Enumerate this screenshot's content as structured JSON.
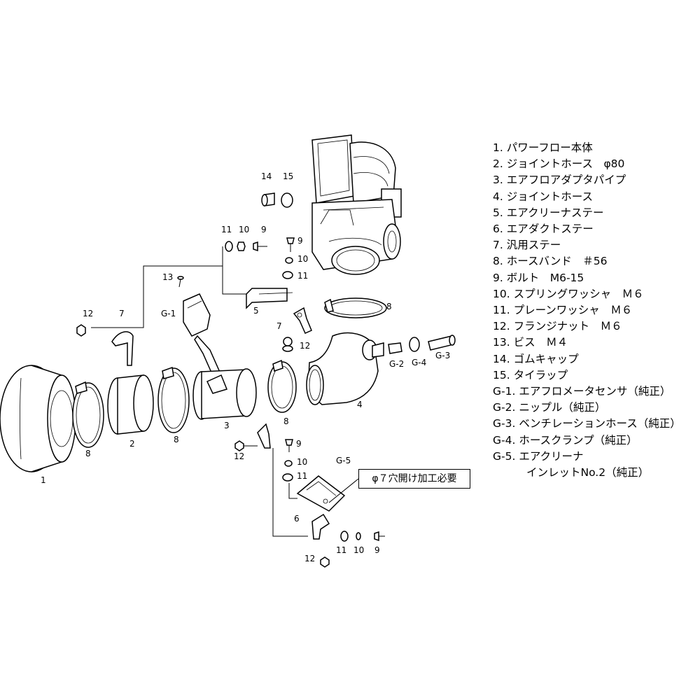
{
  "parts_list": [
    {
      "text": "1. パワーフロー本体"
    },
    {
      "text": "2. ジョイントホース　φ80"
    },
    {
      "text": "3. エアフロアダプタパイプ"
    },
    {
      "text": "4. ジョイントホース"
    },
    {
      "text": "5. エアクリーナステー"
    },
    {
      "text": "6. エアダクトステー"
    },
    {
      "text": "7. 汎用ステー"
    },
    {
      "text": "8. ホースバンド　＃56"
    },
    {
      "text": "9. ボルト　M6-15"
    },
    {
      "text": "10. スプリングワッシャ　Ｍ６"
    },
    {
      "text": "11. プレーンワッシャ　Ｍ６"
    },
    {
      "text": "12. フランジナット　Ｍ６"
    },
    {
      "text": "13. ビス　Ｍ４"
    },
    {
      "text": "14. ゴムキャップ"
    },
    {
      "text": "15. タイラップ"
    },
    {
      "text": "G-1. エアフロメータセンサ（純正）"
    },
    {
      "text": "G-2. ニップル（純正）"
    },
    {
      "text": "G-3. ベンチレーションホース（純正）"
    },
    {
      "text": "G-4. ホースクランプ（純正）"
    },
    {
      "text": "G-5. エアクリーナ"
    },
    {
      "text": "インレットNo.2（純正）"
    }
  ],
  "note": "φ７穴開け加工必要",
  "labels": {
    "p1": "1",
    "p2": "2",
    "p3": "3",
    "p4": "4",
    "p5": "5",
    "p6": "6",
    "p7a": "7",
    "p7b": "7",
    "p8a": "8",
    "p8b": "8",
    "p8c": "8",
    "p8d": "8",
    "p9a": "9",
    "p9b": "9",
    "p9c": "9",
    "p9d": "9",
    "p10a": "10",
    "p10b": "10",
    "p10c": "10",
    "p10d": "10",
    "p11a": "11",
    "p11b": "11",
    "p11c": "11",
    "p11d": "11",
    "p12a": "12",
    "p12b": "12",
    "p12c": "12",
    "p12d": "12",
    "p13": "13",
    "p14": "14",
    "p15": "15",
    "g1": "G-1",
    "g2": "G-2",
    "g3": "G-3",
    "g4": "G-4",
    "g5": "G-5"
  }
}
